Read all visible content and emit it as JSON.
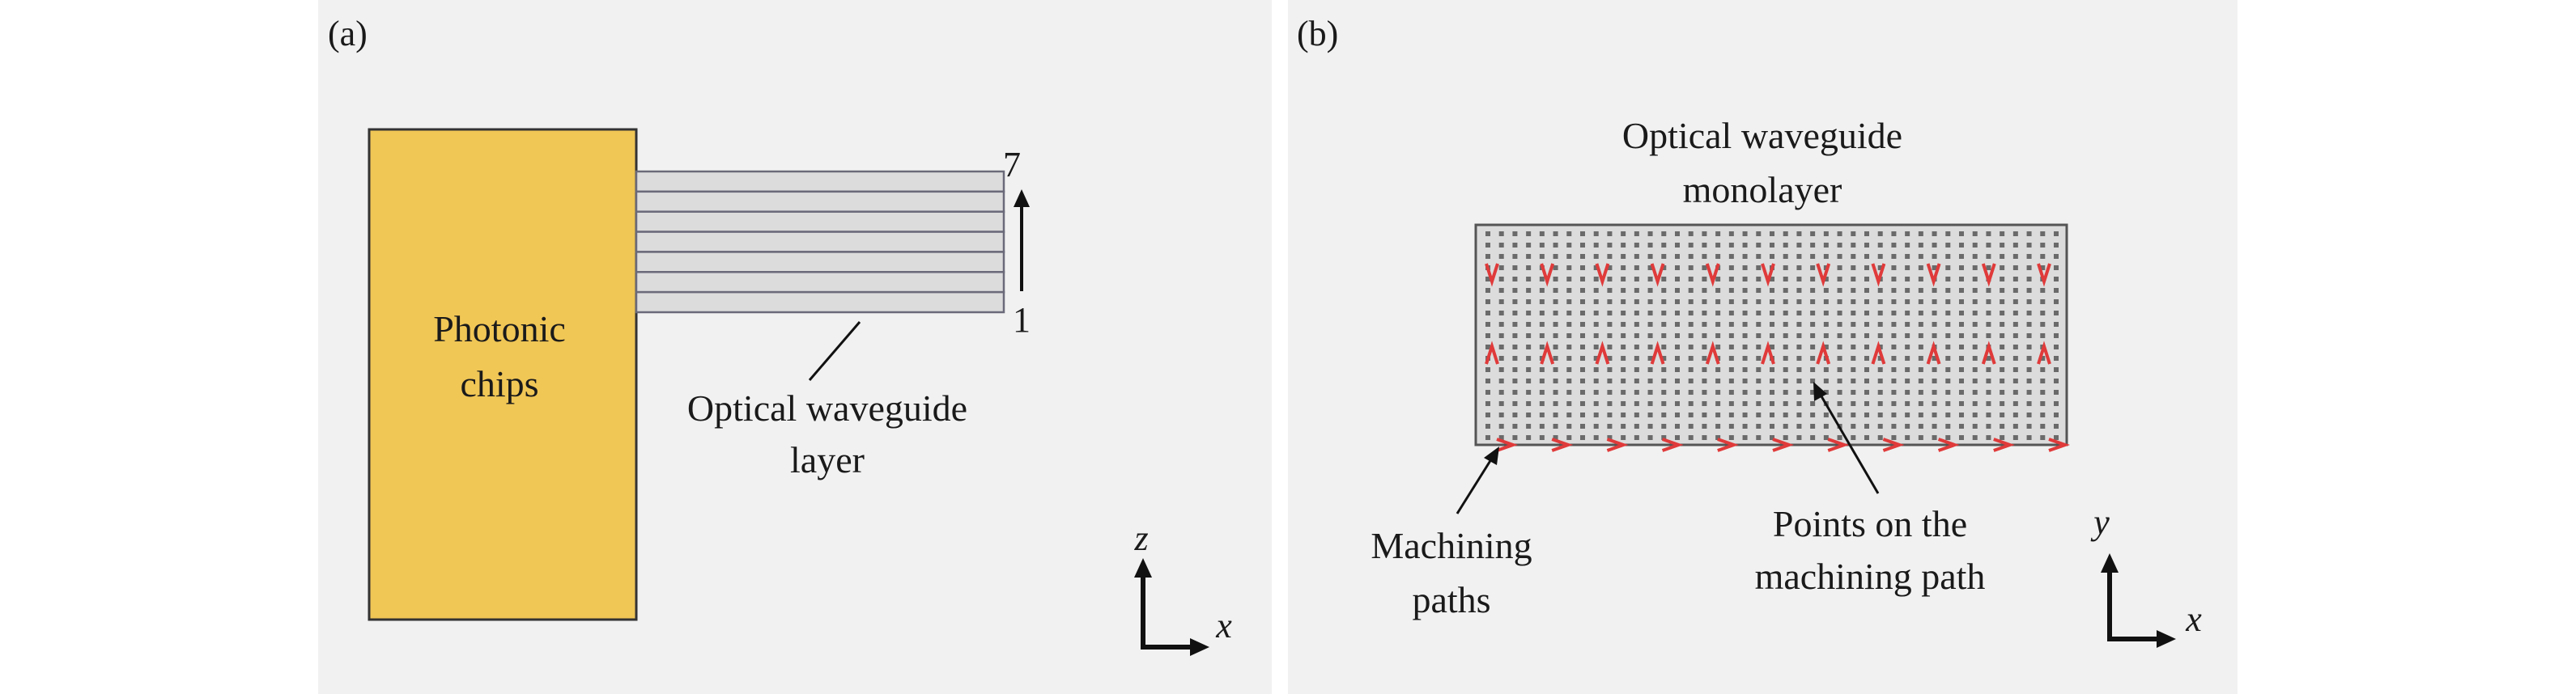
{
  "panel_a": {
    "panel_label": "(a)",
    "chip_label_line1": "Photonic",
    "chip_label_line2": "chips",
    "layer_label_line1": "Optical waveguide",
    "layer_label_line2": "layer",
    "stack_top_label": "7",
    "stack_bottom_label": "1",
    "layer_count": 7,
    "axis_vertical": "z",
    "axis_horizontal": "x"
  },
  "panel_b": {
    "panel_label": "(b)",
    "monolayer_label_line1": "Optical waveguide",
    "monolayer_label_line2": "monolayer",
    "paths_label_line1": "Machining",
    "paths_label_line2": "paths",
    "points_label_line1": "Points on the",
    "points_label_line2": "machining path",
    "axis_vertical": "y",
    "axis_horizontal": "x",
    "column_count": 11
  },
  "colors": {
    "panel_background": "#f1f1f1",
    "chip_fill": "#f0c655",
    "layer_fill": "#dcdcdc",
    "path_arrow": "#e03a3a",
    "dots": "#6a6a6a",
    "outline": "#333333"
  }
}
